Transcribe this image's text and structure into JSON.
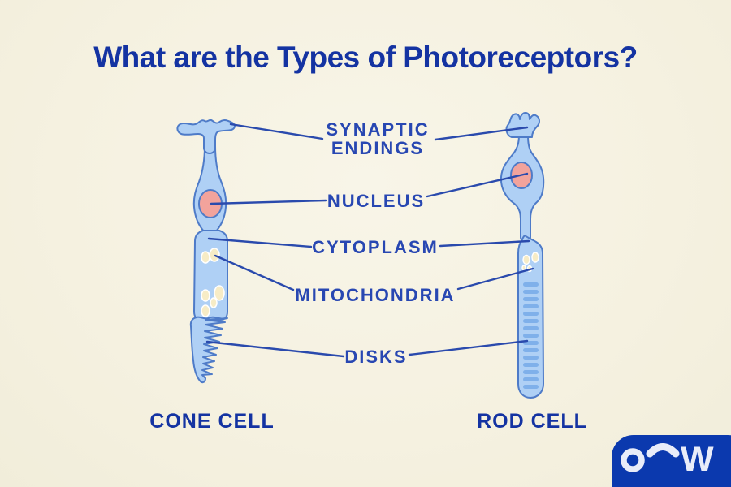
{
  "title": "What are the Types of Photoreceptors?",
  "part_labels": {
    "synaptic_endings_line1": "SYNAPTIC",
    "synaptic_endings_line2": "ENDINGS",
    "nucleus": "NUCLEUS",
    "cytoplasm": "CYTOPLASM",
    "mitochondria": "MITOCHONDRIA",
    "disks": "DISKS"
  },
  "cell_names": {
    "cone": "CONE CELL",
    "rod": "ROD CELL"
  },
  "logo": {
    "wordmark": "OW",
    "letter_w": "W"
  },
  "colors": {
    "background": "#F5F1E0",
    "title_text": "#1433A2",
    "label_text": "#2847B2",
    "leader_line": "#2A4AAD",
    "cell_fill": "#AFD0F5",
    "cell_outline": "#4E7BC8",
    "nucleus_fill": "#F2A39C",
    "mitochondria_fill": "#F7ECC6",
    "disk_stripe": "#7FB0EA",
    "logo_background": "#0B39AE",
    "logo_text": "#E8ECF9"
  }
}
